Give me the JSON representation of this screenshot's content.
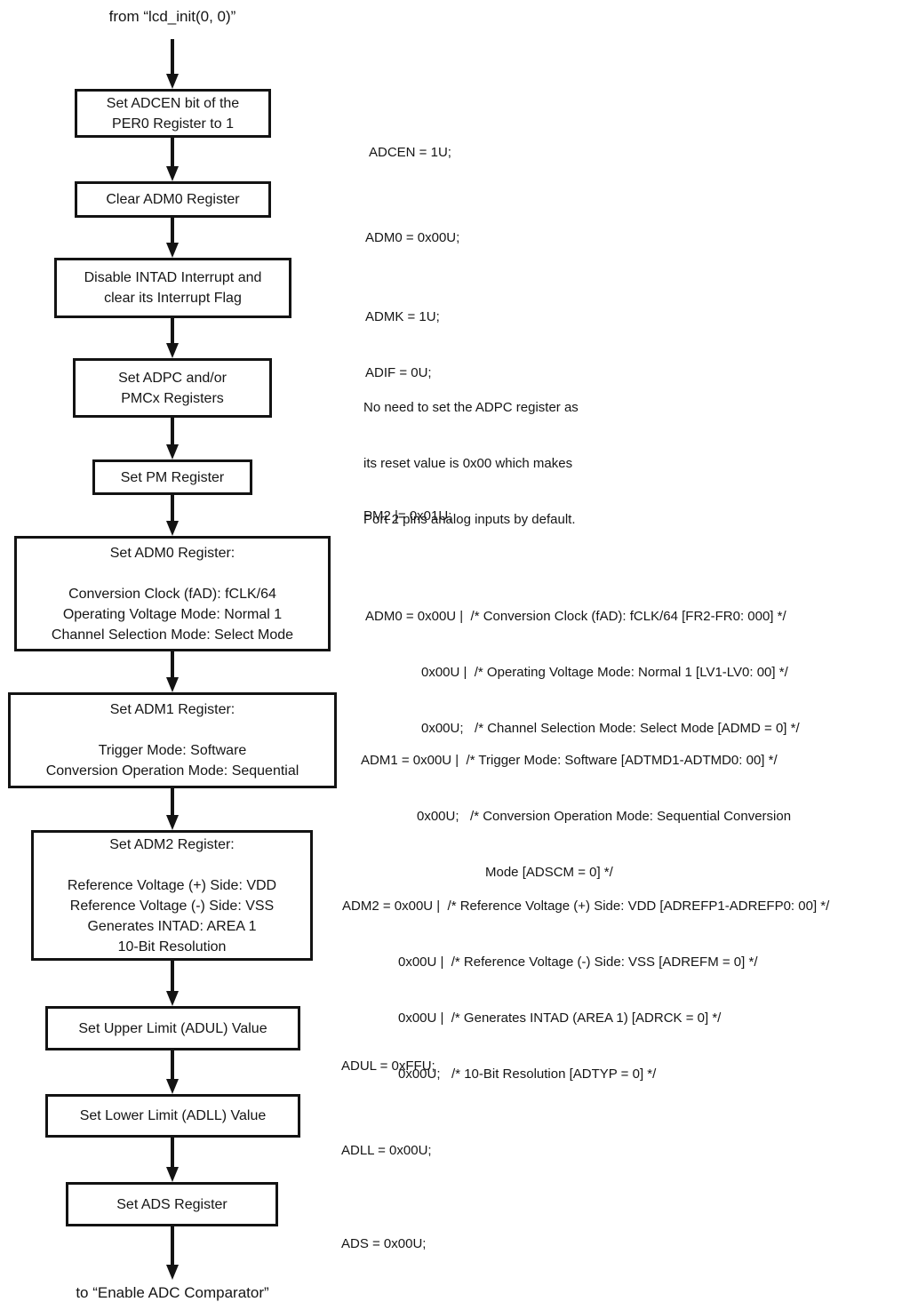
{
  "flow": {
    "entry_label": "from “lcd_init(0, 0)”",
    "exit_label": "to “Enable ADC Comparator”",
    "colors": {
      "ink": "#131313",
      "background": "#ffffff"
    },
    "nodes": [
      {
        "lines": [
          "Set ADCEN bit of the",
          "PER0 Register to 1"
        ]
      },
      {
        "lines": [
          "Clear ADM0 Register"
        ]
      },
      {
        "lines": [
          "Disable INTAD Interrupt and",
          "clear its Interrupt Flag"
        ]
      },
      {
        "lines": [
          "Set ADPC and/or",
          "PMCx Registers"
        ]
      },
      {
        "lines": [
          "Set PM Register"
        ]
      },
      {
        "title": "Set ADM0 Register:",
        "lines": [
          "Conversion Clock (fAD): fCLK/64",
          "Operating Voltage Mode: Normal 1",
          "Channel Selection Mode: Select Mode"
        ]
      },
      {
        "title": "Set ADM1 Register:",
        "lines": [
          "Trigger Mode: Software",
          "Conversion Operation Mode: Sequential"
        ]
      },
      {
        "title": "Set ADM2 Register:",
        "lines": [
          "Reference Voltage (+) Side: VDD",
          "Reference Voltage (-) Side: VSS",
          "Generates INTAD: AREA 1",
          "10-Bit Resolution"
        ]
      },
      {
        "lines": [
          "Set Upper Limit (ADUL) Value"
        ]
      },
      {
        "lines": [
          "Set Lower Limit (ADLL) Value"
        ]
      },
      {
        "lines": [
          "Set ADS Register"
        ]
      }
    ],
    "annotations": {
      "adcen": {
        "lines": [
          "ADCEN = 1U;"
        ]
      },
      "adm0_clear": {
        "lines": [
          "ADM0 = 0x00U;"
        ]
      },
      "intad": {
        "lines": [
          "ADMK = 1U;",
          "ADIF = 0U;"
        ]
      },
      "adpc_note": {
        "lines": [
          "No need to set the ADPC register as",
          "its reset value is 0x00 which makes",
          "Port 2 pins analog inputs by default."
        ]
      },
      "pm": {
        "lines": [
          "PM2 |= 0x01U;"
        ]
      },
      "adm0_set": {
        "lines": [
          "ADM0 = 0x00U |  /* Conversion Clock (fAD): fCLK/64 [FR2-FR0: 000] */",
          "0x00U |  /* Operating Voltage Mode: Normal 1 [LV1-LV0: 00] */",
          "0x00U;   /* Channel Selection Mode: Select Mode [ADMD = 0] */"
        ]
      },
      "adm1_set": {
        "lines": [
          "ADM1 = 0x00U |  /* Trigger Mode: Software [ADTMD1-ADTMD0: 00] */",
          "0x00U;   /* Conversion Operation Mode: Sequential Conversion",
          "Mode [ADSCM = 0] */"
        ]
      },
      "adm2_set": {
        "lines": [
          "ADM2 = 0x00U |  /* Reference Voltage (+) Side: VDD [ADREFP1-ADREFP0: 00] */",
          "0x00U |  /* Reference Voltage (-) Side: VSS [ADREFM = 0] */",
          "0x00U |  /* Generates INTAD (AREA 1) [ADRCK = 0] */",
          "0x00U;   /* 10-Bit Resolution [ADTYP = 0] */"
        ]
      },
      "adul": {
        "lines": [
          "ADUL = 0xFFU;"
        ]
      },
      "adll": {
        "lines": [
          "ADLL = 0x00U;"
        ]
      },
      "ads": {
        "lines": [
          "ADS = 0x00U;"
        ]
      }
    }
  }
}
